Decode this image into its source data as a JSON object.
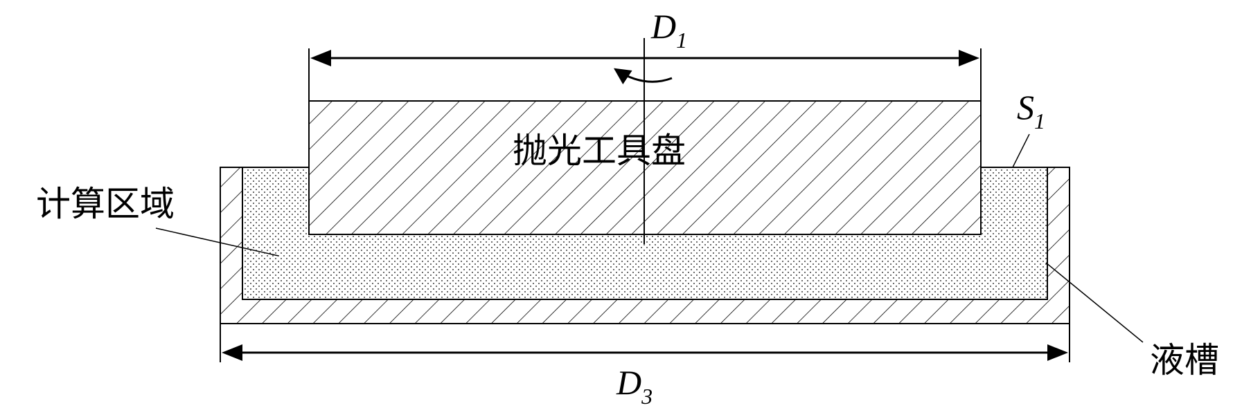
{
  "labels": {
    "polishing_tool": "抛光工具盘",
    "computation_domain": "计算区域",
    "liquid_tank": "液槽"
  },
  "dimensions": {
    "d1": {
      "symbol": "D",
      "subscript": "1"
    },
    "d3": {
      "symbol": "D",
      "subscript": "3"
    },
    "s1": {
      "symbol": "S",
      "subscript": "1"
    }
  },
  "colors": {
    "stroke": "#000000",
    "fill": "#ffffff",
    "dots": "#000000"
  }
}
